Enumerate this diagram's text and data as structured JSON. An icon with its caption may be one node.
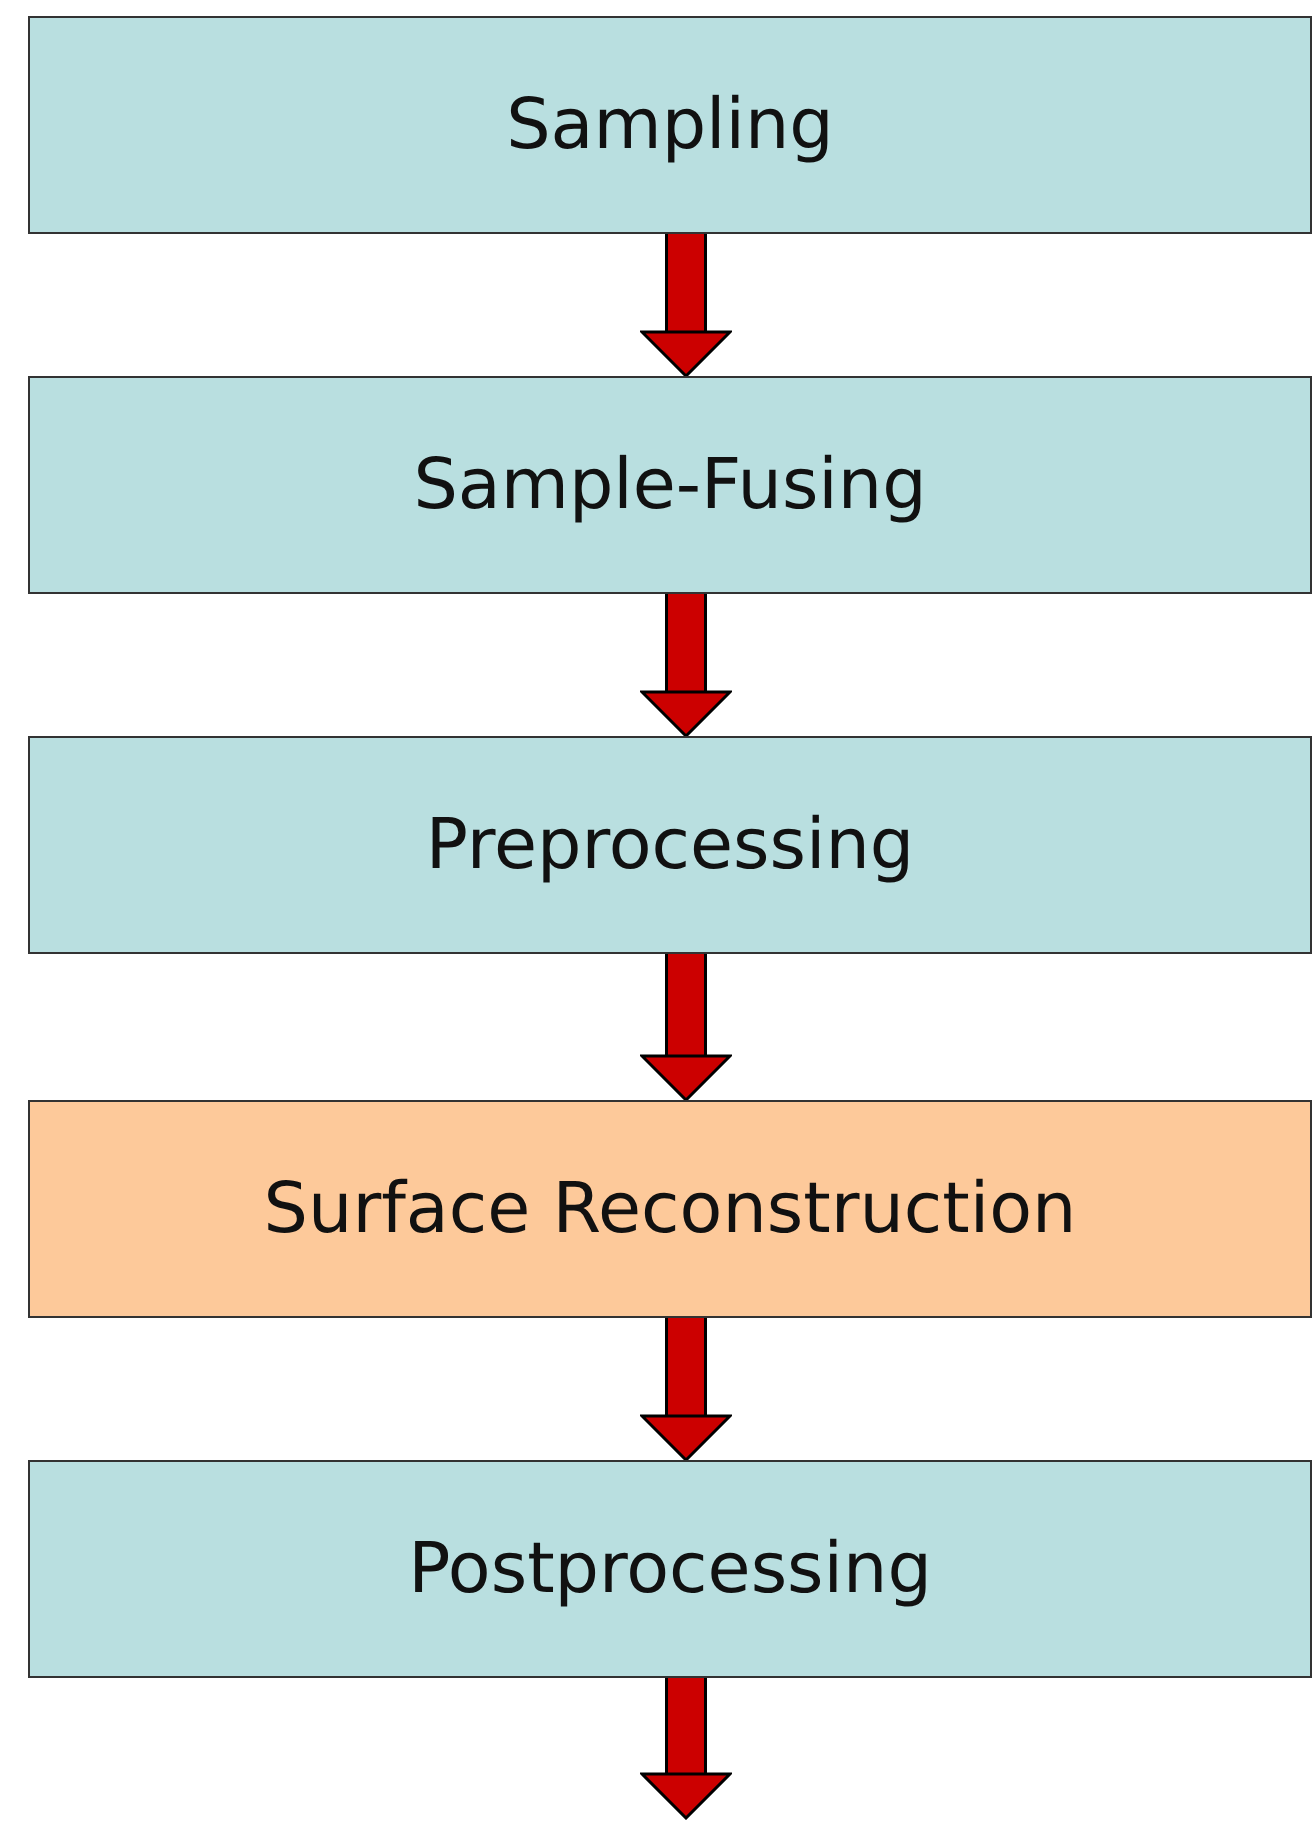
{
  "diagram": {
    "nodes": [
      {
        "text": [
          "Sampling"
        ]
      },
      {
        "text": [
          "Sample-Fusing"
        ]
      },
      {
        "text": [
          "Preprocessing"
        ]
      },
      {
        "text": [
          "Surface Reconstruction"
        ]
      },
      {
        "text": [
          "Postprocessing"
        ]
      }
    ],
    "edges": [
      {
        "from": 0,
        "to": 1,
        "arrow": "to"
      },
      {
        "from": 1,
        "to": 2,
        "arrow": "to"
      },
      {
        "from": 2,
        "to": 3,
        "arrow": "to"
      },
      {
        "from": 3,
        "to": 4,
        "arrow": "to"
      },
      {
        "from": 4,
        "to": null,
        "arrow": "to"
      }
    ]
  }
}
